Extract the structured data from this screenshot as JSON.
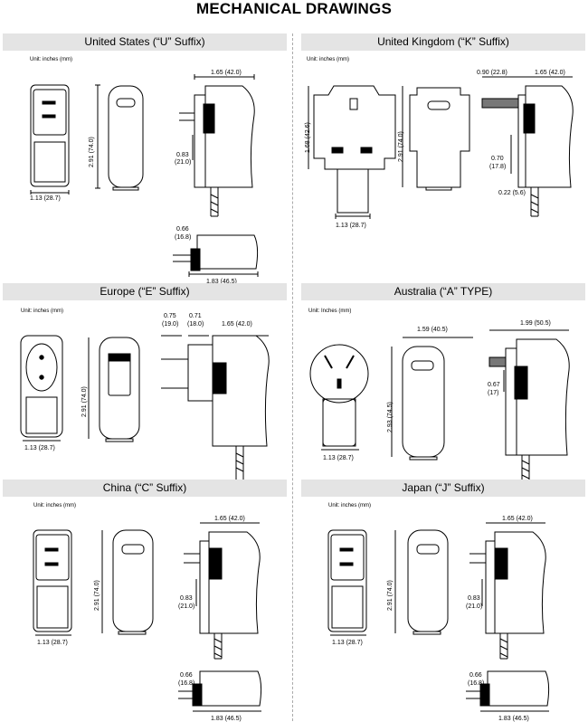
{
  "page_title": "MECHANICAL DRAWINGS",
  "panels": {
    "us": {
      "title": "United States (“U” Suffix)",
      "unit": "Unit: inches (mm)",
      "width_label": "1.13 (28.7)",
      "height_label": "2.91 (74.0)",
      "depth_label": "1.65 (42.0)",
      "blade_label_1": "0.83",
      "blade_label_2": "(21.0)",
      "bottom_h_label_1": "0.66",
      "bottom_h_label_2": "(16.8)",
      "bottom_w_label": "1.83 (46.5)"
    },
    "uk": {
      "title": "United Kingdom (“K” Suffix)",
      "unit": "Unit: inches (mm)",
      "top_label_1": "0.90 (22.8)",
      "top_label_2": "1.65 (42.0)",
      "side_label": "1.68 (42.6)",
      "height_label": "2.91 (74.0)",
      "width_label": "1.13 (28.7)",
      "blade_label_1": "0.70",
      "blade_label_2": "(17.8)",
      "foot_label": "0.22 (5.6)"
    },
    "eu": {
      "title": "Europe (“E” Suffix)",
      "unit": "Unit: inches (mm)",
      "pin_label_1a": "0.75",
      "pin_label_1b": "(19.0)",
      "pin_label_2a": "0.71",
      "pin_label_2b": "(18.0)",
      "depth_label": "1.65 (42.0)",
      "height_label": "2.91 (74.0)",
      "width_label": "1.13 (28.7)"
    },
    "au": {
      "title": "Australia (“A” TYPE)",
      "unit": "Unit: Inches (mm)",
      "width_top_label": "1.59 (40.5)",
      "depth_label": "1.99 (50.5)",
      "height_label": "2.93 (74.5)",
      "blade_label_1": "0.67",
      "blade_label_2": "(17)",
      "width_label": "1.13 (28.7)"
    },
    "cn": {
      "title": "China (“C” Suffix)",
      "unit": "Unit: inches (mm)",
      "width_label": "1.13 (28.7)",
      "height_label": "2.91 (74.0)",
      "depth_label": "1.65 (42.0)",
      "blade_label_1": "0.83",
      "blade_label_2": "(21.0)",
      "bottom_h_label_1": "0.66",
      "bottom_h_label_2": "(16.8)",
      "bottom_w_label": "1.83 (46.5)"
    },
    "jp": {
      "title": "Japan (“J” Suffix)",
      "unit": "Unit: inches (mm)",
      "width_label": "1.13 (28.7)",
      "height_label": "2.91 (74.0)",
      "depth_label": "1.65 (42.0)",
      "blade_label_1": "0.83",
      "blade_label_2": "(21.0)",
      "bottom_h_label_1": "0.66",
      "bottom_h_label_2": "(16.8)",
      "bottom_w_label": "1.83 (46.5)"
    }
  }
}
